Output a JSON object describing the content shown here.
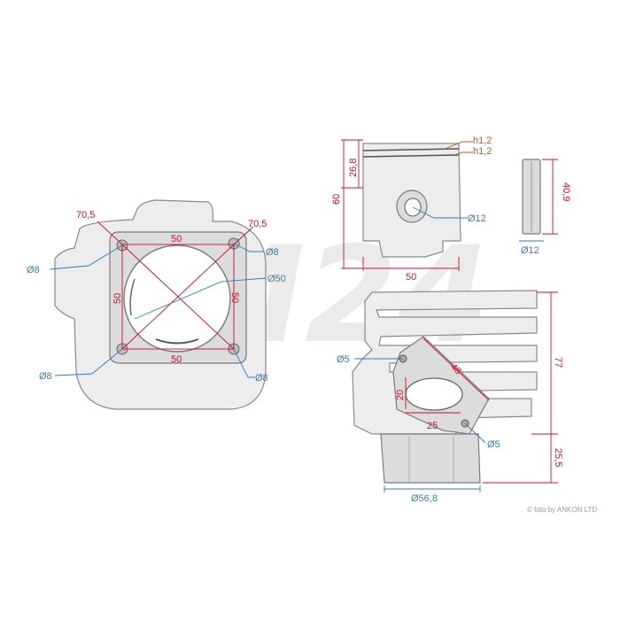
{
  "watermark": "M24",
  "credit": "© foto by ANKON LTD",
  "colors": {
    "red": "#c8102e",
    "blue": "#2b7fc1",
    "orange": "#b06010",
    "part": "#ededed"
  },
  "top_view": {
    "diag_left": "70,5",
    "diag_right": "70,5",
    "width_top": "50",
    "width_bottom": "50",
    "height_left": "50",
    "height_right": "50",
    "bore": "Ø50",
    "hole_tl": "Ø8",
    "hole_tr": "Ø8",
    "hole_bl": "Ø8",
    "hole_br": "Ø8"
  },
  "piston": {
    "ring1": "h1,2",
    "ring2": "h1,2",
    "crown_height": "26,8",
    "height": "60",
    "pin_bore": "Ø12",
    "diameter": "50"
  },
  "pin": {
    "length": "40,9",
    "diameter": "Ø12"
  },
  "cylinder": {
    "height": "77",
    "skirt": "25,5",
    "port_diag": "48",
    "port_height": "20",
    "port_width": "25",
    "hole_top": "Ø5",
    "hole_bottom": "Ø5",
    "spigot_diameter": "Ø56,8"
  }
}
